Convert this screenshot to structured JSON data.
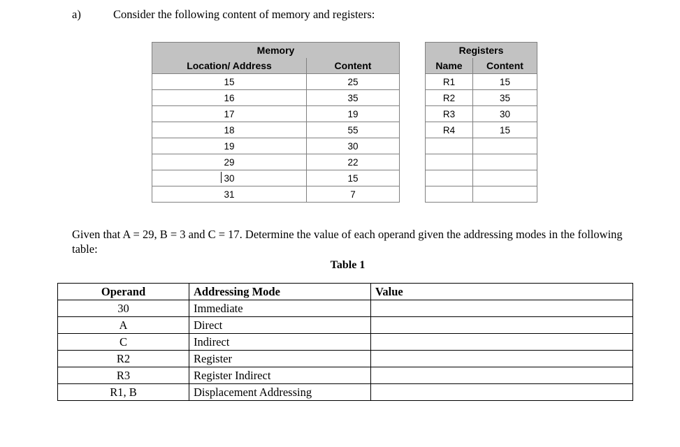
{
  "question": {
    "marker": "a)",
    "prompt": "Consider the following content of memory and registers:"
  },
  "memory_table": {
    "title": "Memory",
    "headers": [
      "Location/ Address",
      "Content"
    ],
    "rows": [
      [
        "15",
        "25"
      ],
      [
        "16",
        "35"
      ],
      [
        "17",
        "19"
      ],
      [
        "18",
        "55"
      ],
      [
        "19",
        "30"
      ],
      [
        "29",
        "22"
      ],
      [
        "30",
        "15"
      ],
      [
        "31",
        "7"
      ]
    ],
    "caret_row_index": 6
  },
  "registers_table": {
    "title": "Registers",
    "headers": [
      "Name",
      "Content"
    ],
    "rows": [
      [
        "R1",
        "15"
      ],
      [
        "R2",
        "35"
      ],
      [
        "R3",
        "30"
      ],
      [
        "R4",
        "15"
      ],
      [
        "",
        ""
      ],
      [
        "",
        ""
      ],
      [
        "",
        ""
      ],
      [
        "",
        ""
      ]
    ]
  },
  "given_text": "Given that A = 29, B = 3 and C = 17. Determine the value of each operand given the addressing modes in the following table:",
  "table1": {
    "caption": "Table 1",
    "headers": [
      "Operand",
      "Addressing Mode",
      "Value"
    ],
    "rows": [
      [
        "30",
        "Immediate",
        ""
      ],
      [
        "A",
        "Direct",
        ""
      ],
      [
        "C",
        "Indirect",
        ""
      ],
      [
        "R2",
        "Register",
        ""
      ],
      [
        "R3",
        "Register Indirect",
        ""
      ],
      [
        "R1, B",
        "Displacement Addressing",
        ""
      ]
    ]
  },
  "colors": {
    "header_gray": "#c2c2c2",
    "table_border": "#808080",
    "table1_border": "#000000",
    "page_background": "#ffffff",
    "text": "#000000"
  }
}
